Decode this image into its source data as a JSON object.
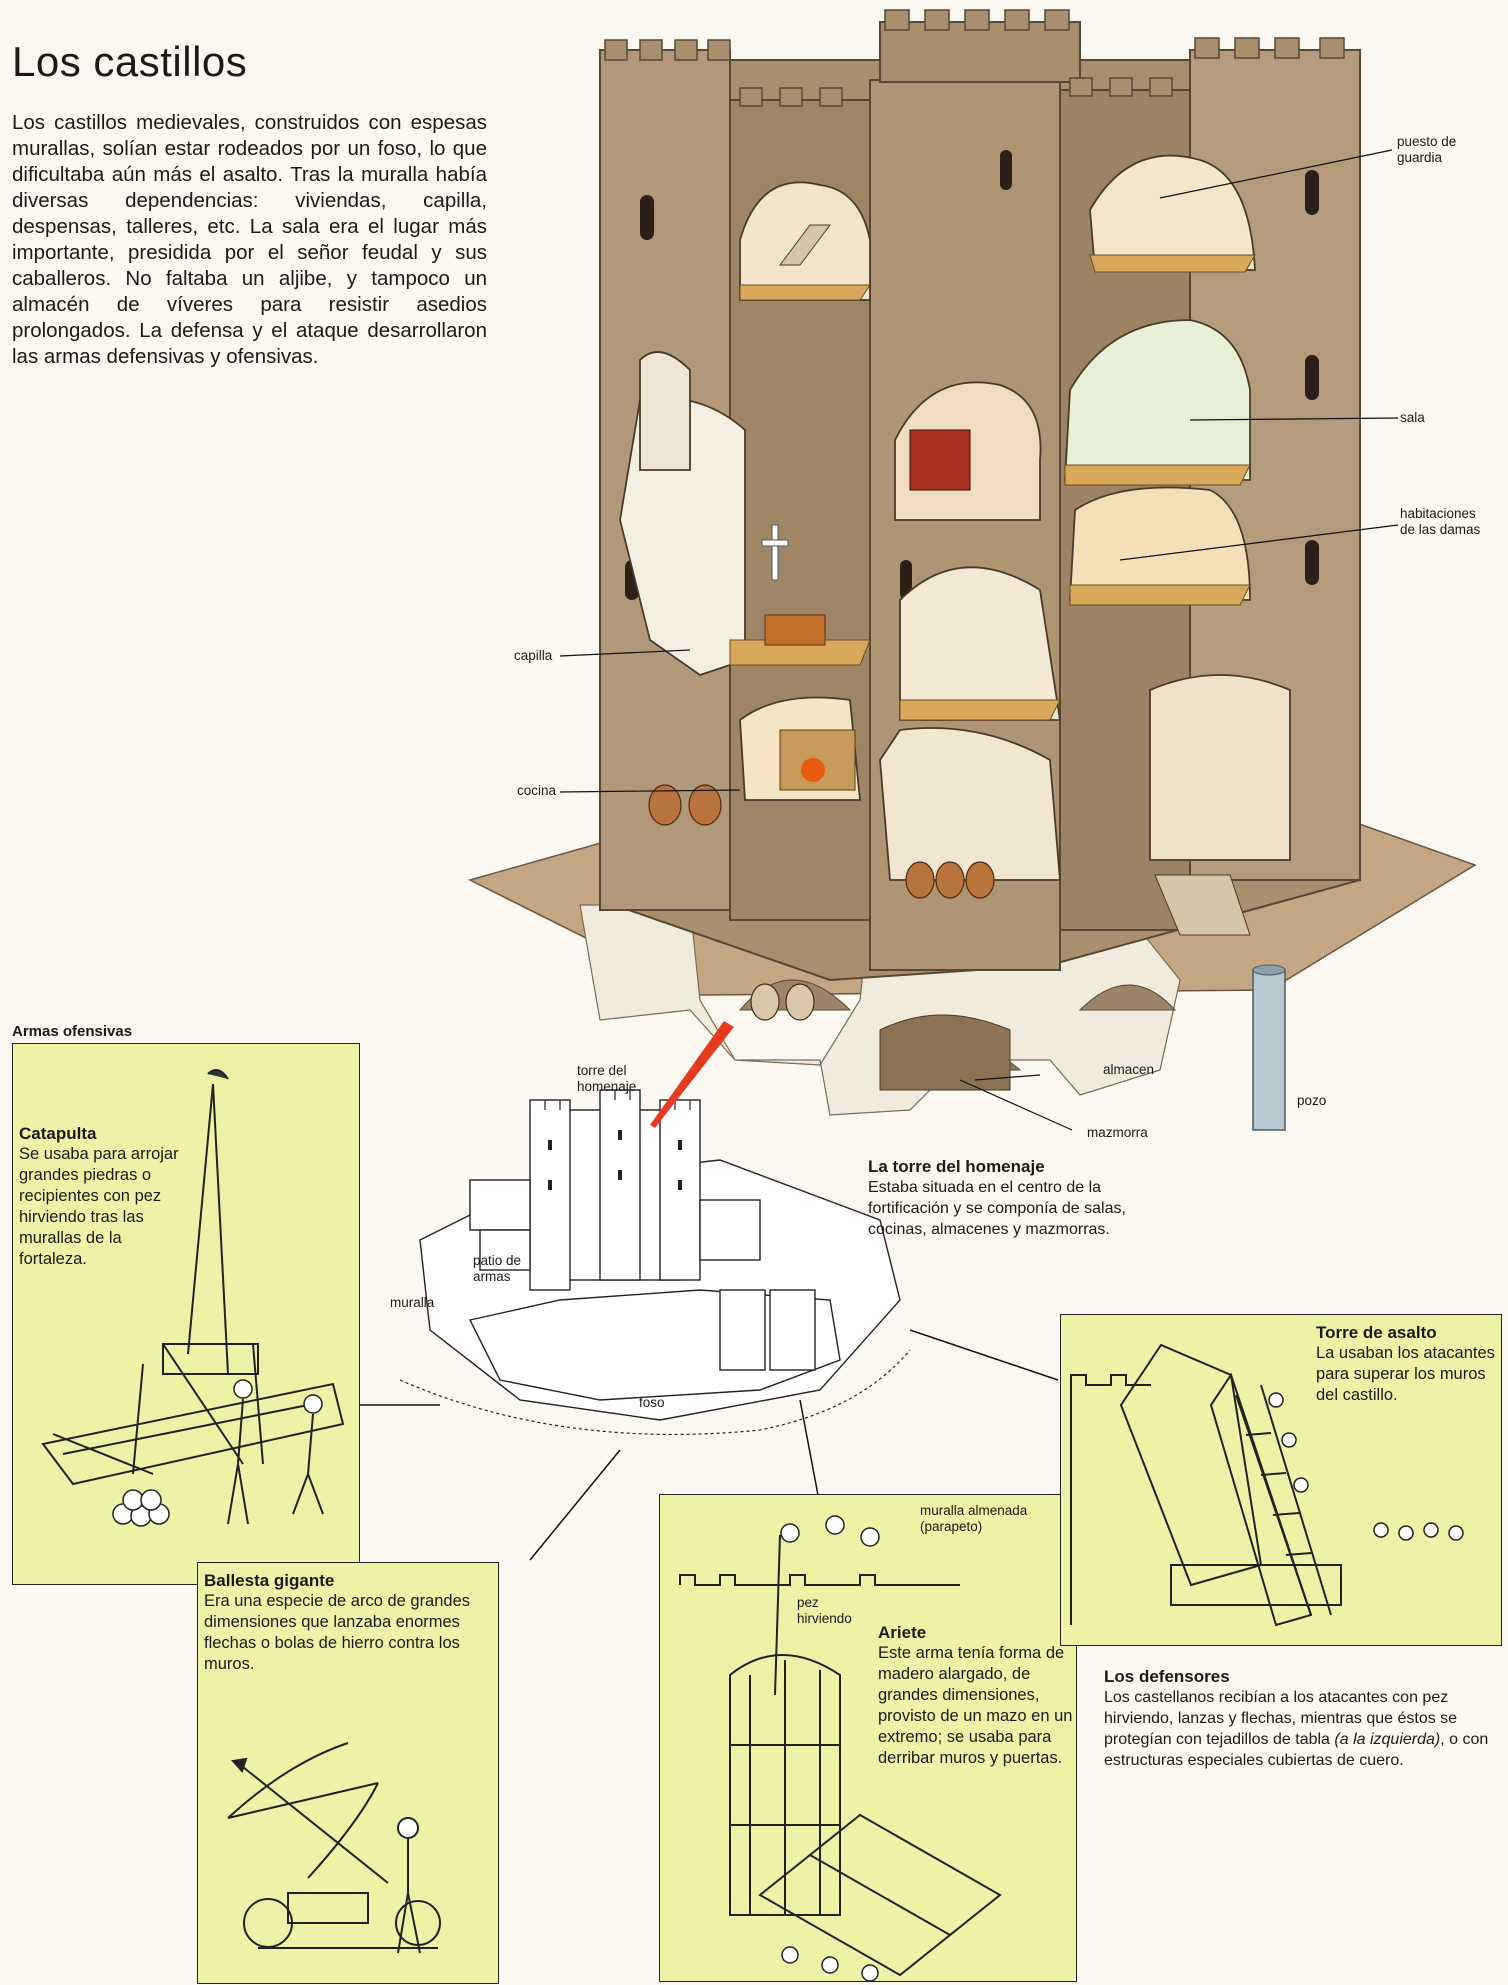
{
  "page": {
    "title": "Los castillos",
    "intro": "Los castillos medievales, construidos con espesas murallas, solían estar rodeados por un foso, lo que dificultaba aún más el asalto. Tras la muralla había diversas dependencias: viviendas, capilla, despensas, talleres, etc. La sala era el lugar más importante, presidida por el señor feudal y sus caballeros. No faltaba un aljibe, y tampoco un almacén de víveres para resistir asedios prolongados. La defensa y el ataque desarrollaron las armas defensivas y ofensivas."
  },
  "castle_labels": {
    "puesto_line1": "puesto de",
    "puesto_line2": "guardia",
    "sala": "sala",
    "habit_line1": "habitaciones",
    "habit_line2": "de las damas",
    "capilla": "capilla",
    "cocina": "cocina",
    "almacen": "almacen",
    "pozo": "pozo",
    "mazmorra": "mazmorra"
  },
  "plan_labels": {
    "torre_line1": "torre del",
    "torre_line2": "homenaje",
    "patio_line1": "patio de",
    "patio_line2": "armas",
    "muralla": "muralla",
    "foso": "foso"
  },
  "torre_homenaje": {
    "title": "La torre del homenaje",
    "text": "Estaba situada en el centro de la fortificación y se componía de salas, cocinas, almacenes y mazmorras."
  },
  "armas_ofensivas": {
    "heading": "Armas ofensivas",
    "catapulta": {
      "title": "Catapulta",
      "text": "Se usaba para arrojar grandes piedras o recipientes con pez hirviendo tras las murallas de la fortaleza."
    },
    "ballesta": {
      "title": "Ballesta gigante",
      "text": "Era una especie de arco de grandes dimensiones que lanzaba enormes flechas o bolas de hierro contra los muros."
    },
    "ariete": {
      "title": "Ariete",
      "text": "Este arma tenía forma de madero alargado, de grandes dimensiones, provisto de un mazo en un extremo; se usaba para derribar muros y puertas.",
      "label_muralla_1": "muralla almenada",
      "label_muralla_2": "(parapeto)",
      "label_pez_1": "pez",
      "label_pez_2": "hirviendo"
    },
    "torre_asalto": {
      "title": "Torre de asalto",
      "text": "La usaban los atacantes para superar los muros del castillo."
    }
  },
  "defensores": {
    "title": "Los defensores",
    "text_before": "Los castellanos recibían a los atacantes con pez hirviendo, lanzas y flechas, mientras que éstos se protegían con tejadillos de tabla ",
    "text_italic": "(a la izquierda)",
    "text_after": ", o con estructuras especiales cubiertas de cuero."
  },
  "colors": {
    "stone": "#a8906e",
    "stone_dark": "#7e6a50",
    "panel": "#eef2a6",
    "accent_arrow": "#e63a1f",
    "paper": "#fbf8f1"
  }
}
